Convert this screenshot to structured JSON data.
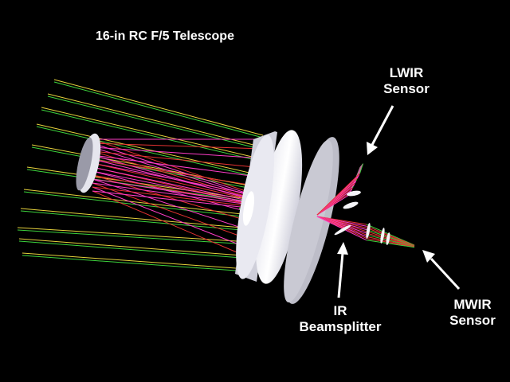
{
  "title": "16-in RC F/5 Telescope",
  "labels": {
    "lwir": {
      "line1": "LWIR",
      "line2": "Sensor"
    },
    "beamsplitter": {
      "line1": "IR",
      "line2": "Beamsplitter"
    },
    "mwir": {
      "line1": "MWIR",
      "line2": "Sensor"
    }
  },
  "colors": {
    "background": "#000000",
    "text": "#ffffff",
    "ray_yellow": "#e6d23c",
    "ray_green": "#3cd23c",
    "ray_red": "#e63232",
    "ray_magenta": "#ff3cc8",
    "mirror": "#f4f4f8",
    "mirror_shadow": "#b4b4c8",
    "splitter": "#c8c8d2"
  }
}
